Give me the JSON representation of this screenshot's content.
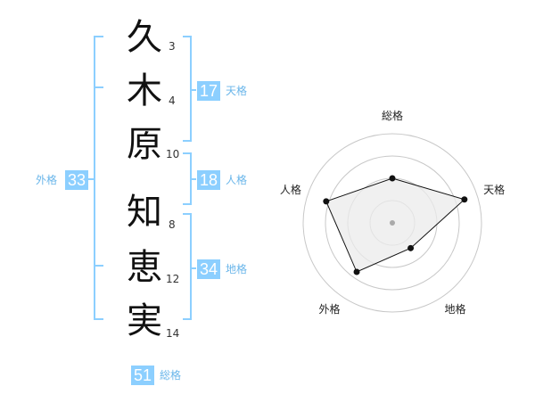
{
  "name": {
    "characters": [
      "久",
      "木",
      "原",
      "知",
      "恵",
      "実"
    ],
    "strokes": [
      "3",
      "4",
      "10",
      "8",
      "12",
      "14"
    ]
  },
  "fortune": {
    "tenkaku": {
      "value": "17",
      "label": "天格"
    },
    "jinkaku": {
      "value": "18",
      "label": "人格"
    },
    "chikaku": {
      "value": "34",
      "label": "地格"
    },
    "gaikaku": {
      "value": "33",
      "label": "外格"
    },
    "soukaku": {
      "value": "51",
      "label": "総格"
    }
  },
  "radar": {
    "axes": [
      "総格",
      "天格",
      "地格",
      "外格",
      "人格"
    ],
    "levels": 4,
    "values": [
      0.5,
      0.85,
      0.35,
      0.68,
      0.78
    ],
    "colors": {
      "fill": "#ebebeb",
      "stroke": "#111111",
      "ring": "#c8c8c8",
      "center": "#aaaaaa"
    }
  },
  "colors": {
    "accent": "#8ccfff",
    "accent_text": "#6ab6ea"
  }
}
